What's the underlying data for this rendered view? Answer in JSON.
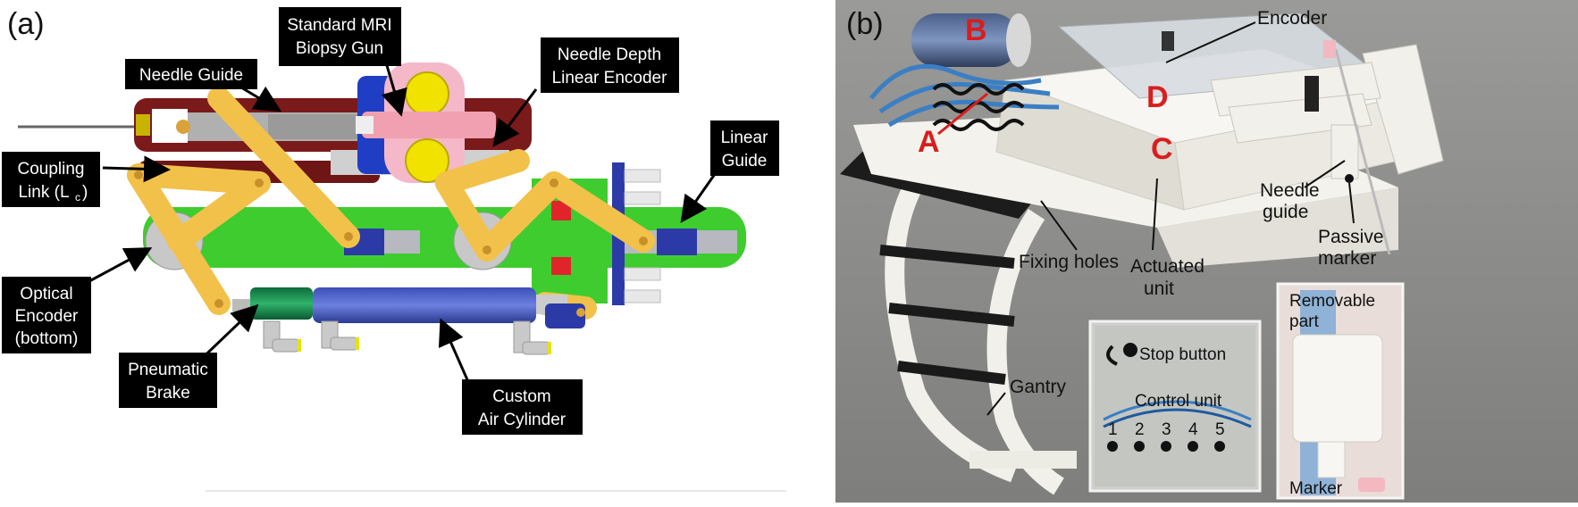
{
  "panel_a": {
    "label": "(a)",
    "callouts": {
      "mri_gun_line1": "Standard MRI",
      "mri_gun_line2": "Biopsy Gun",
      "needle_guide": "Needle Guide",
      "depth_encoder_line1": "Needle Depth",
      "depth_encoder_line2": "Linear Encoder",
      "coupling_line1": "Coupling",
      "coupling_line2": "Link (L",
      "coupling_sub": "c",
      "coupling_end": ")",
      "linear_guide_line1": "Linear",
      "linear_guide_line2": "Guide",
      "optical_line1": "Optical",
      "optical_line2": "Encoder",
      "optical_line3": "(bottom)",
      "brake_line1": "Pneumatic",
      "brake_line2": "Brake",
      "cylinder_line1": "Custom",
      "cylinder_line2": "Air Cylinder"
    }
  },
  "panel_b": {
    "label": "(b)",
    "letters": {
      "a": "A",
      "b": "B",
      "c": "C",
      "d": "D"
    },
    "annotations": {
      "encoder": "Encoder",
      "needle_guide_line1": "Needle",
      "needle_guide_line2": "guide",
      "passive_line1": "Passive",
      "passive_line2": "marker",
      "fixing_holes": "Fixing holes",
      "actuated_line1": "Actuated",
      "actuated_line2": "unit",
      "gantry": "Gantry",
      "stop_button": "Stop button",
      "control_unit": "Control unit",
      "button_numbers": [
        "1",
        "2",
        "3",
        "4",
        "5"
      ],
      "removable_line1": "Removable",
      "removable_line2": "part",
      "marker": "Marker"
    }
  }
}
